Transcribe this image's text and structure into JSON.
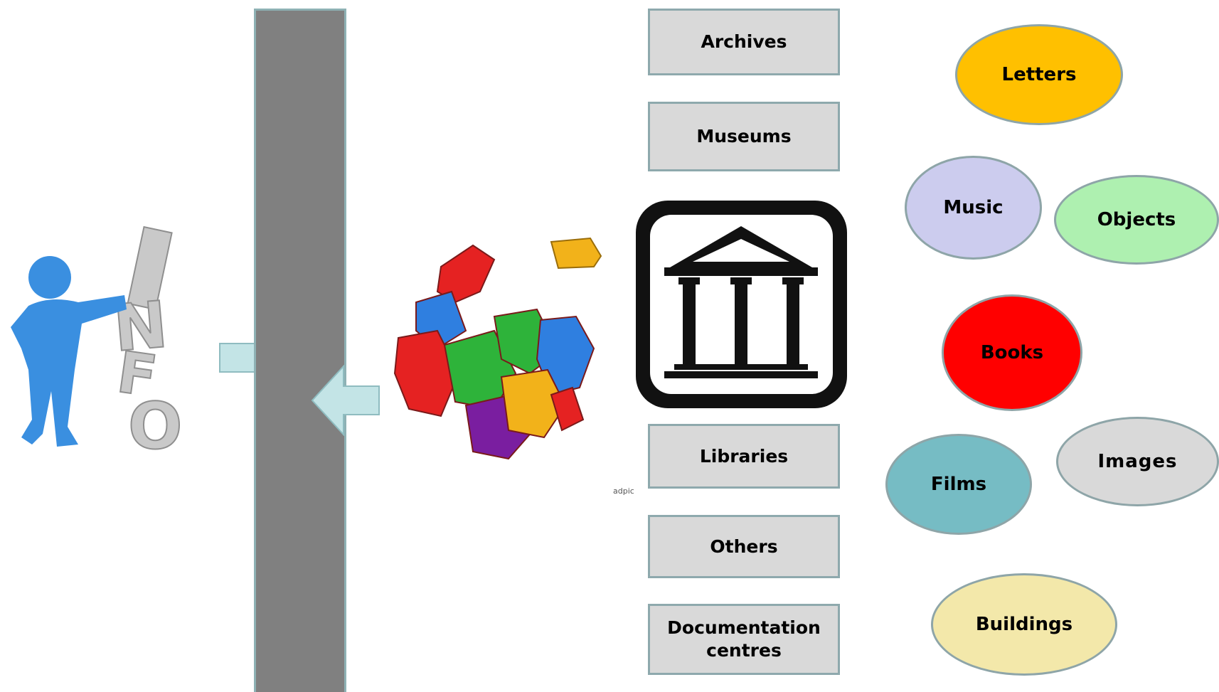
{
  "institutions": [
    "Archives",
    "Museums",
    "Libraries",
    "Others",
    "Documentation centres"
  ],
  "documentation_line2": "centres",
  "documentation_line1": "Documentation",
  "items": {
    "letters": "Letters",
    "music": "Music",
    "objects": "Objects",
    "books": "Books",
    "films": "Films",
    "images": "Images",
    "buildings": "Buildings"
  },
  "colors": {
    "letters": "#ffc000",
    "music": "#ccccee",
    "objects": "#aef0b0",
    "books": "#ff0000",
    "films": "#76bcc4",
    "images": "#d9d9d9",
    "buildings": "#f3e8aa",
    "arrow": "#c3e4e6",
    "bar": "#808080"
  },
  "illustration_text": "INFO",
  "credit": "adpic",
  "icons": [
    "person-info-icon",
    "puzzle-gears-icon",
    "museum-building-icon"
  ]
}
